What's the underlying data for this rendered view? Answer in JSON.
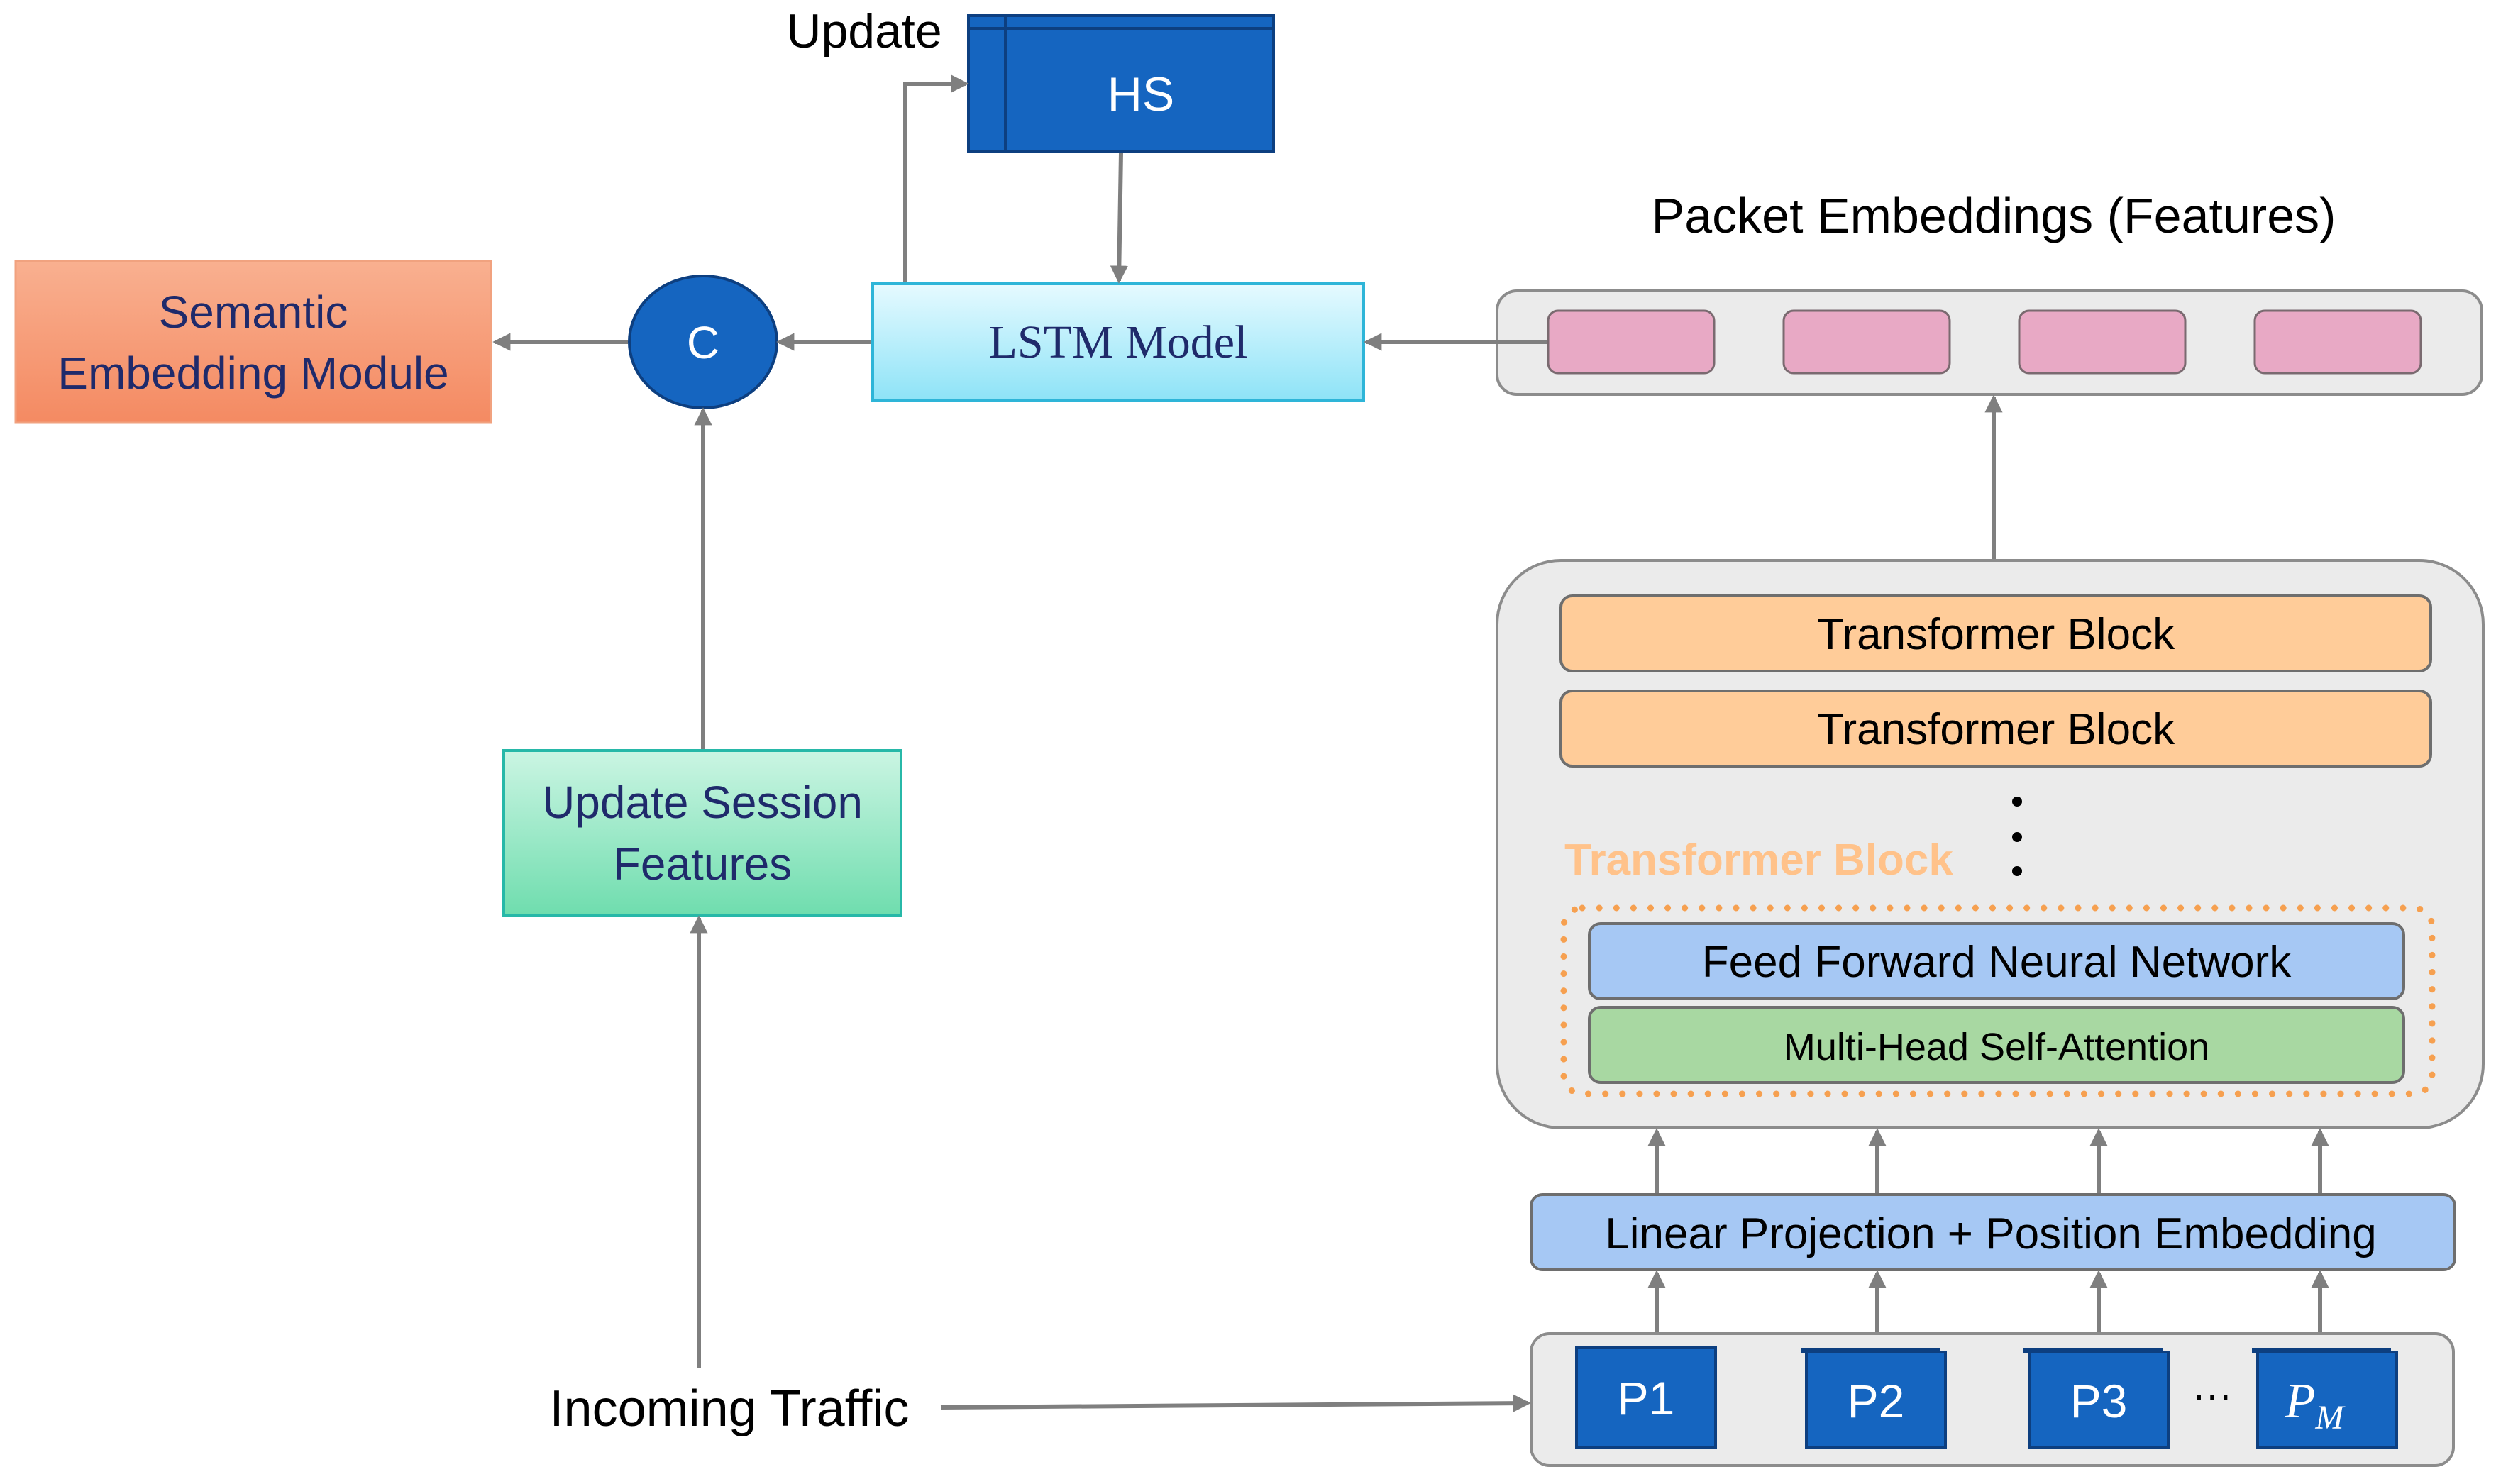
{
  "labels": {
    "update": "Update",
    "hs": "HS",
    "packet_embeddings": "Packet Embeddings (Features)",
    "semantic_embedding_line1": "Semantic",
    "semantic_embedding_line2": "Embedding Module",
    "concat": "C",
    "lstm_model": "LSTM Model",
    "update_session_line1": "Update Session",
    "update_session_line2": "Features",
    "incoming_traffic": "Incoming Traffic",
    "transformer_block_1": "Transformer Block",
    "transformer_block_2": "Transformer Block",
    "transformer_block_detail": "Transformer Block",
    "ffnn": "Feed Forward Neural Network",
    "mhsa": "Multi-Head Self-Attention",
    "linear_projection": "Linear Projection + Position Embedding",
    "p1": "P1",
    "p2": "P2",
    "p3": "P3",
    "ellipsis": "···",
    "pm_base": "P",
    "pm_sub": "M"
  },
  "colors": {
    "dark_blue": "#1565C0",
    "salmon": "#F7A07A",
    "cyan_box": "#C8F0FB",
    "green_box": "#8EE6C1",
    "pink_embedding": "#E8A9C5",
    "orange_block": "#FFCC99",
    "light_blue_block": "#A6C8F4",
    "green_block": "#A8D8A2",
    "orange_dotted": "#F6A050",
    "panel_gray": "#EBEBEB",
    "arrow_gray": "#7F7F7F",
    "navy_text": "#1F2A6B"
  }
}
